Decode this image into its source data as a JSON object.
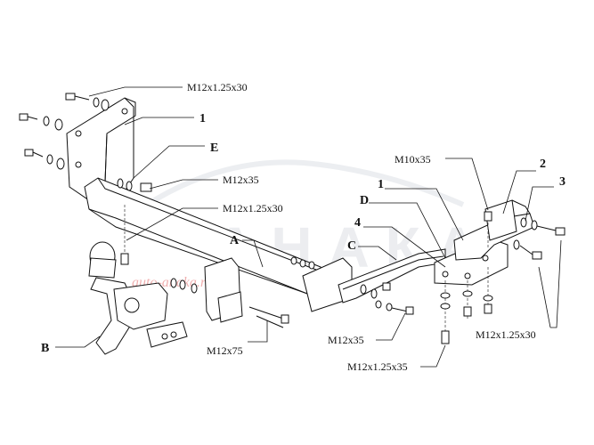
{
  "labels": {
    "top_bolt": "M12x1.25x30",
    "num_1_left": "1",
    "letter_E": "E",
    "bolt_m12x35_upper": "M12x35",
    "bolt_m12x1_25x30_mid": "M12x1.25x30",
    "letter_A": "A",
    "letter_B": "B",
    "bolt_m12x75": "M12x75",
    "bolt_m10x35": "M10x35",
    "num_2": "2",
    "num_3": "3",
    "num_1_right": "1",
    "letter_D": "D",
    "num_4": "4",
    "letter_C": "C",
    "bolt_m12x35_lower": "M12x35",
    "bolt_m12x1_25x30_right": "M12x1.25x30",
    "bolt_m12x1_25x35": "M12x1.25x35"
  },
  "watermark": {
    "brand": "АНАКА",
    "site": "auto-anaka.ru"
  }
}
